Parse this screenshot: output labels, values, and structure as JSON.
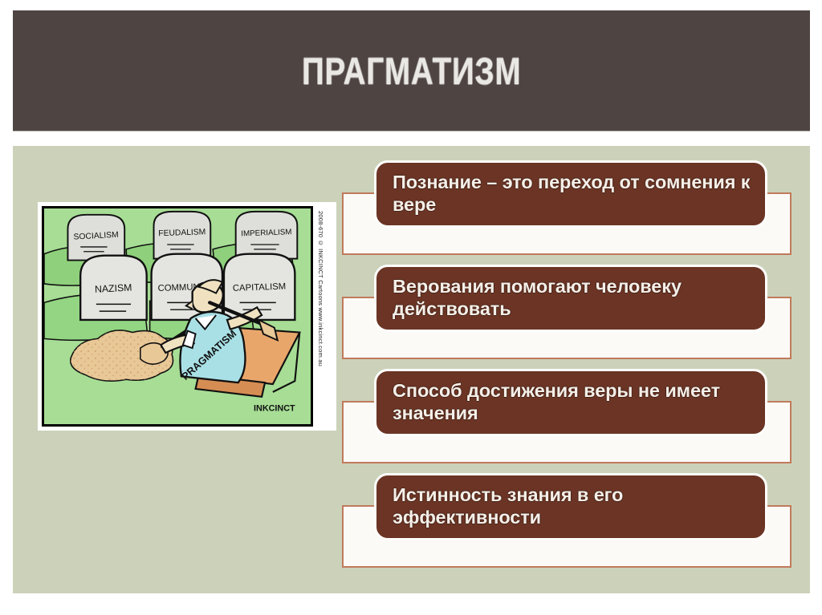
{
  "slide": {
    "title": "ПРАГМАТИЗМ",
    "background_color": "#ccd2ba",
    "banner_color": "#4e4442",
    "chip_color": "#6b3424",
    "card_border_color": "#c07a5c"
  },
  "cartoon": {
    "alt_name": "pragmatism-gravedigger-cartoon",
    "credit": "2008-670 © INKCINCT Cartoons   www.inkcinct.com.au",
    "signature": "INKCINCT",
    "shirt_label": "PRAGMATISM",
    "tombstones_back": [
      "SOCIALISM",
      "FEUDALISM",
      "IMPERIALISM"
    ],
    "tombstones_front": [
      "NAZISM",
      "COMMUNISM",
      "CAPITALISM"
    ]
  },
  "callouts": [
    {
      "text": "Познание – это переход от сомнения к вере"
    },
    {
      "text": "Верования помогают человеку действовать"
    },
    {
      "text": "Способ достижения веры не имеет значения"
    },
    {
      "text": "Истинность знания в его эффективности"
    }
  ]
}
